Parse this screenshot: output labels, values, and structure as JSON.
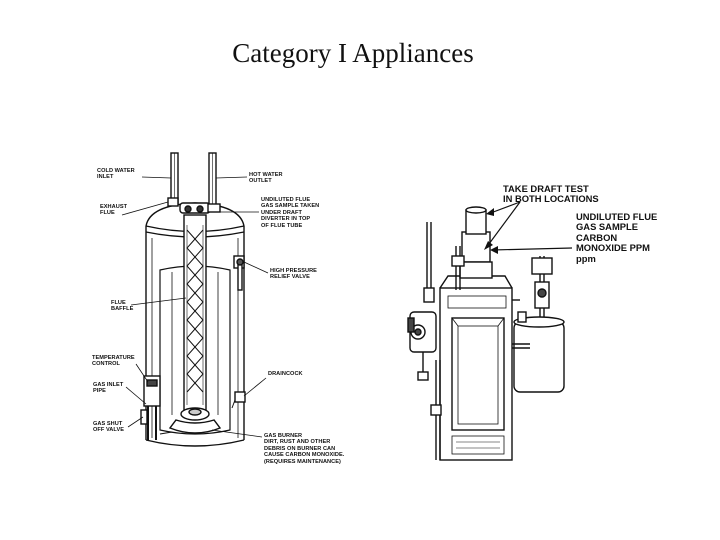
{
  "slide": {
    "title": "Category I Appliances"
  },
  "water_heater": {
    "labels": {
      "cold_water_inlet": "COLD WATER\nINLET",
      "hot_water_outlet": "HOT WATER\nOUTLET",
      "exhaust_flue": "EXHAUST\nFLUE",
      "undiluted_flue_sample": "UNDILUTED FLUE\nGAS SAMPLE TAKEN\nUNDER DRAFT\nDIVERTER IN TOP\nOF FLUE TUBE",
      "high_pressure_relief_valve": "HIGH PRESSURE\nRELIEF VALVE",
      "flue_baffle": "FLUE\nBAFFLE",
      "temperature_control": "TEMPERATURE\nCONTROL",
      "gas_inlet_pipe": "GAS INLET\nPIPE",
      "draincock": "DRAINCOCK",
      "gas_shut_off_valve": "GAS SHUT\nOFF VALVE",
      "gas_burner": "GAS BURNER\nDIRT, RUST AND OTHER\nDEBRIS ON BURNER CAN\nCAUSE CARBON MONOXIDE.\n(REQUIRES MAINTENANCE)"
    }
  },
  "furnace": {
    "labels": {
      "take_draft_test": "TAKE DRAFT TEST\nIN BOTH LOCATIONS",
      "undiluted_flue_sample": "UNDILUTED FLUE\nGAS SAMPLE\nCARBON\nMONOXIDE PPM\nppm"
    }
  }
}
